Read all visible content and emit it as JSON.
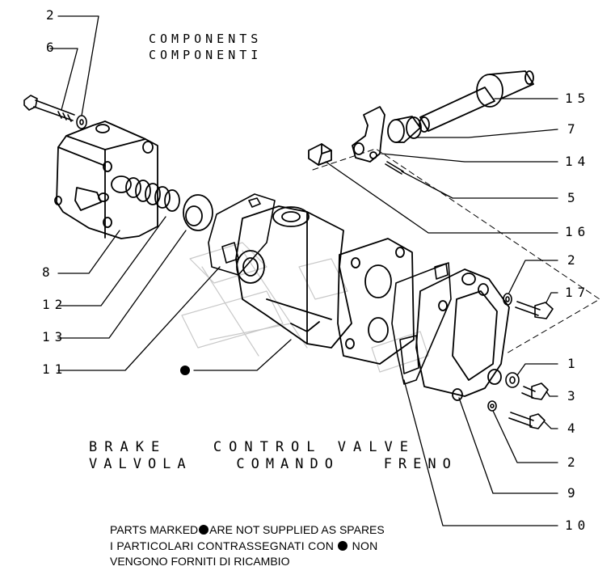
{
  "headings": {
    "components_en": "COMPONENTS",
    "components_it": "COMPONENTI",
    "title_en": "BRAKE   CONTROL VALVE",
    "title_it": "VALVOLA   COMANDO   FRENO"
  },
  "notes": {
    "line1_before": "PARTS MARKED",
    "line1_after": "ARE NOT SUPPLIED AS SPARES",
    "line2_before": "I PARTICOLARI  CONTRASSEGNATI  CON ",
    "line2_after": " NON",
    "line3": "VENGONO FORNITI DI RICAMBIO"
  },
  "callouts": {
    "c2a": "2",
    "c6": "6",
    "c8": "8",
    "c12": "12",
    "c13": "13",
    "c11": "11",
    "c15": "15",
    "c7": "7",
    "c14": "14",
    "c5": "5",
    "c16": "16",
    "c2b": "2",
    "c17": "17",
    "c1": "1",
    "c3": "3",
    "c4": "4",
    "c2c": "2",
    "c9": "9",
    "c10": "10"
  }
}
